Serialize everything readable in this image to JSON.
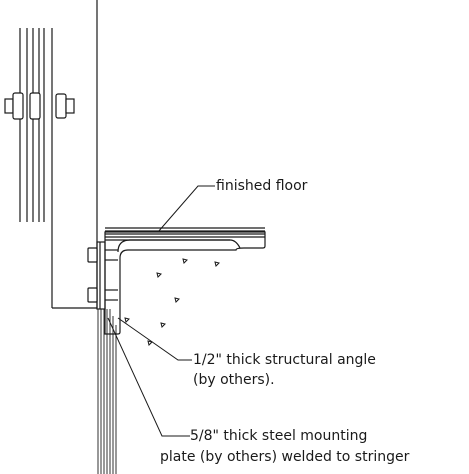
{
  "labels": {
    "finished_floor": "finished floor",
    "angle_line1": "1/2\" thick structural angle",
    "angle_line2": "(by others).",
    "plate_line1": "5/8\" thick steel mounting",
    "plate_line2": "plate (by others) welded to stringer"
  },
  "colors": {
    "line": "#1a1a1a",
    "background": "#ffffff"
  }
}
